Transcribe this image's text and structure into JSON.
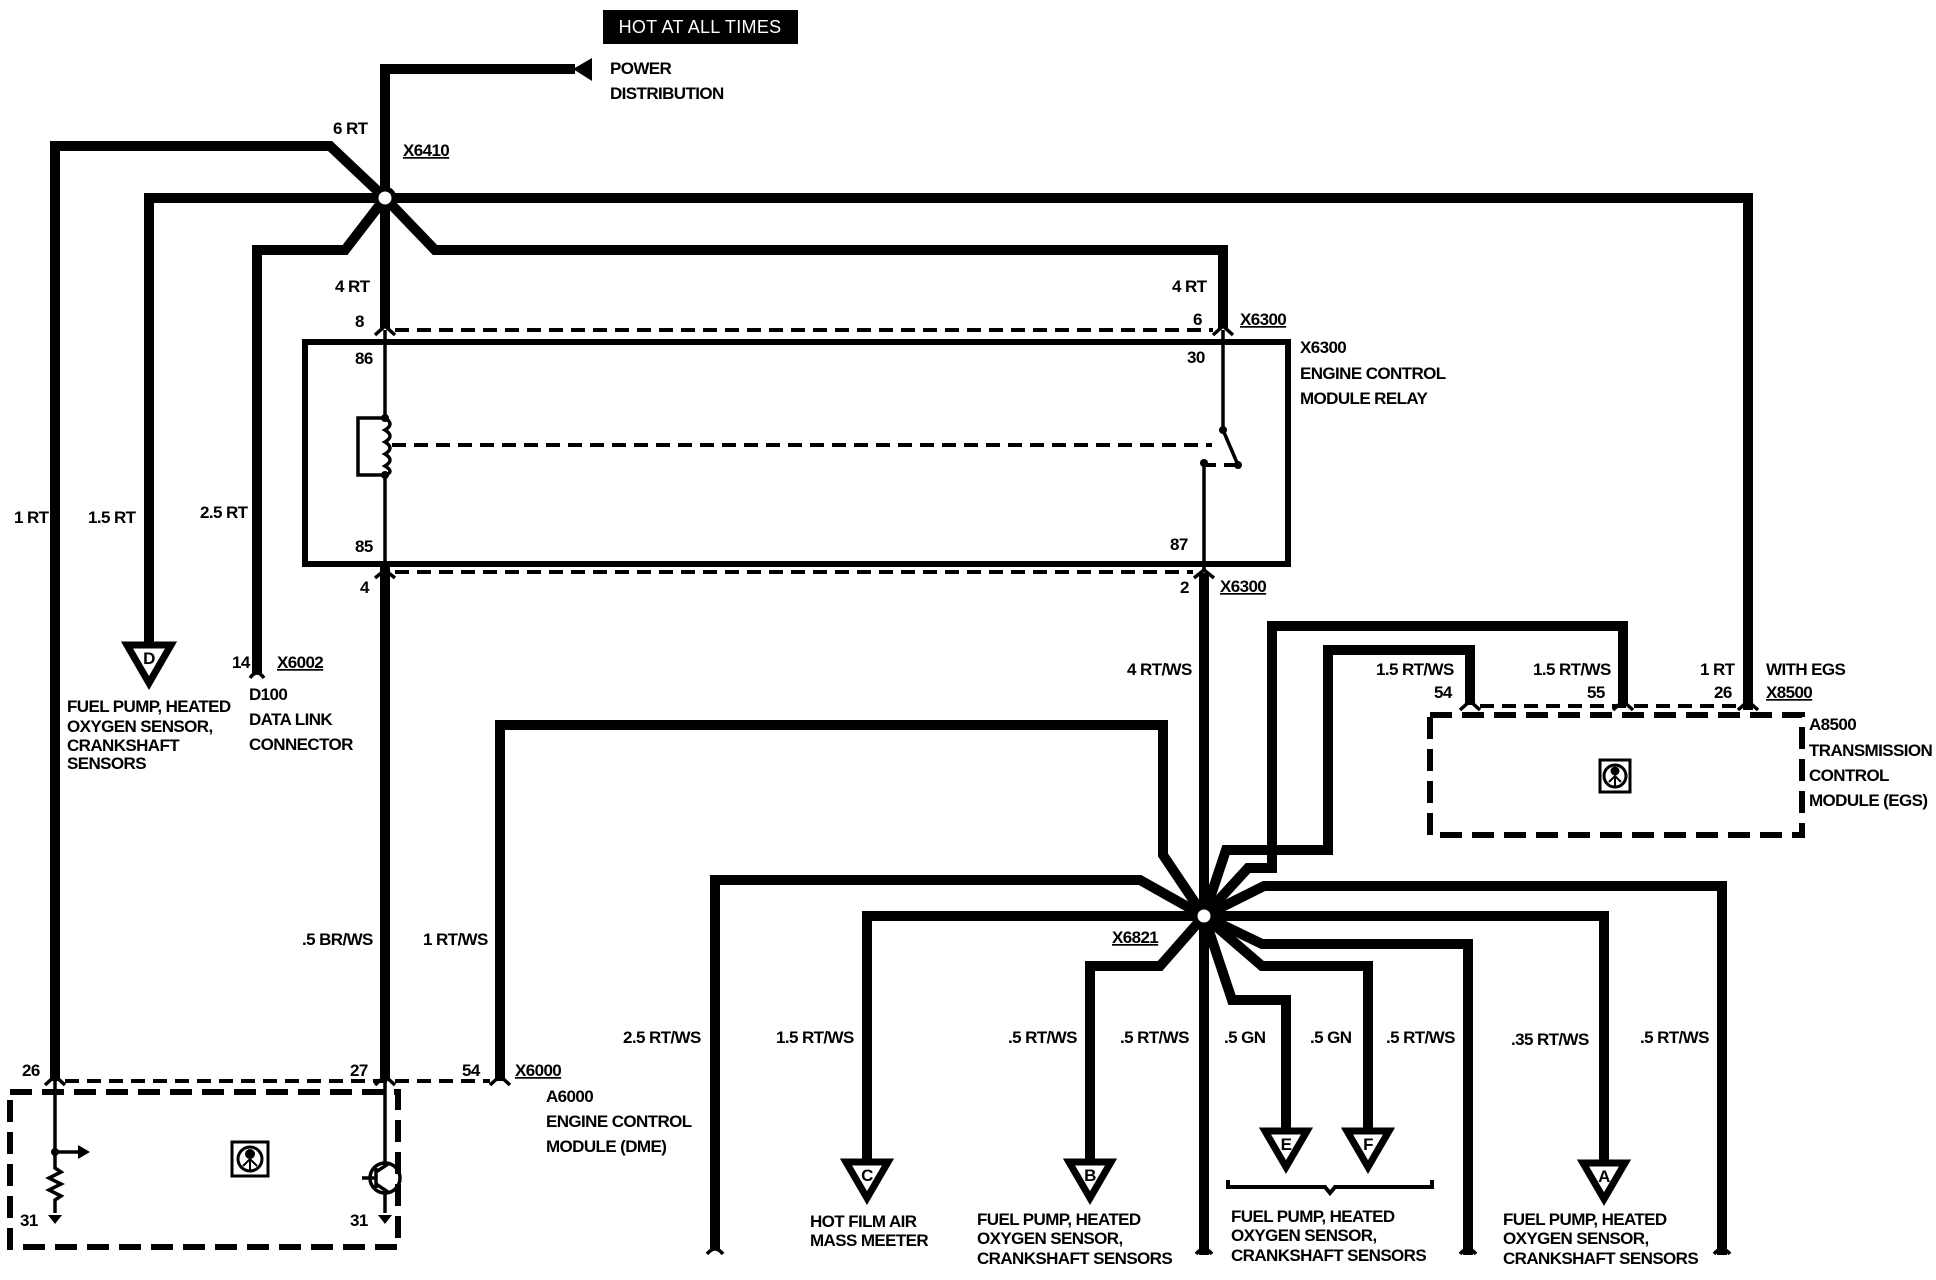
{
  "banner": {
    "text": "HOT AT ALL TIMES",
    "bg_color": "#000000",
    "text_color": "#ffffff"
  },
  "power_distribution": {
    "line1": "POWER",
    "line2": "DISTRIBUTION"
  },
  "splices": {
    "x6410": "X6410",
    "x6821": "X6821"
  },
  "wires": {
    "w6rt": "6 RT",
    "w1rt_left": "1 RT",
    "w15rt": "1.5 RT",
    "w25rt": "2.5 RT",
    "w4rt_left": "4 RT",
    "w4rt_right": "4 RT",
    "w05brws": ".5 BR/WS",
    "w1rtws": "1 RT/WS",
    "w4rtws": "4 RT/WS",
    "w15rtws_54": "1.5 RT/WS",
    "w15rtws_55": "1.5 RT/WS",
    "w1rt_egs": "1 RT",
    "w25rtws": "2.5 RT/WS",
    "w15rtws_c": "1.5 RT/WS",
    "w05rtws_b": ".5 RT/WS",
    "w05rtws_mid": ".5 RT/WS",
    "w05gn_e": ".5 GN",
    "w05gn_f": ".5 GN",
    "w05rtws_r1": ".5 RT/WS",
    "w035rtws_a": ".35 RT/WS",
    "w05rtws_r2": ".5 RT/WS"
  },
  "relay": {
    "connector": "X6300",
    "connector_bottom": "X6300",
    "name_id": "X6300",
    "name_line1": "ENGINE CONTROL",
    "name_line2": "MODULE RELAY",
    "pin_top_left": "8",
    "pin_top_right": "6",
    "pin_86": "86",
    "pin_30": "30",
    "pin_85": "85",
    "pin_87": "87",
    "pin_bottom_left": "4",
    "pin_bottom_right": "2"
  },
  "data_link": {
    "pin": "14",
    "connector": "X6002",
    "line1": "D100",
    "line2": "DATA LINK",
    "line3": "CONNECTOR"
  },
  "dme": {
    "connector": "X6000",
    "pin_26": "26",
    "pin_27": "27",
    "pin_54": "54",
    "ground_left": "31",
    "ground_right": "31",
    "name_id": "A6000",
    "name_line1": "ENGINE CONTROL",
    "name_line2": "MODULE (DME)"
  },
  "egs": {
    "qualifier": "WITH EGS",
    "connector": "X8500",
    "pin_54": "54",
    "pin_55": "55",
    "pin_26": "26",
    "name_id": "A8500",
    "name_line1": "TRANSMISSION",
    "name_line2": "CONTROL",
    "name_line3": "MODULE (EGS)"
  },
  "references": {
    "D": {
      "letter": "D",
      "lines": [
        "FUEL PUMP, HEATED",
        "OXYGEN SENSOR,",
        "CRANKSHAFT",
        "SENSORS"
      ]
    },
    "C": {
      "letter": "C",
      "lines": [
        "HOT FILM AIR",
        "MASS MEETER"
      ]
    },
    "B": {
      "letter": "B",
      "lines": [
        "FUEL PUMP, HEATED",
        "OXYGEN SENSOR,",
        "CRANKSHAFT SENSORS"
      ]
    },
    "EF": {
      "letter_e": "E",
      "letter_f": "F",
      "lines": [
        "FUEL PUMP, HEATED",
        "OXYGEN SENSOR,",
        "CRANKSHAFT SENSORS"
      ]
    },
    "A": {
      "letter": "A",
      "lines": [
        "FUEL PUMP, HEATED",
        "OXYGEN SENSOR,",
        "CRANKSHAFT SENSORS"
      ]
    }
  }
}
